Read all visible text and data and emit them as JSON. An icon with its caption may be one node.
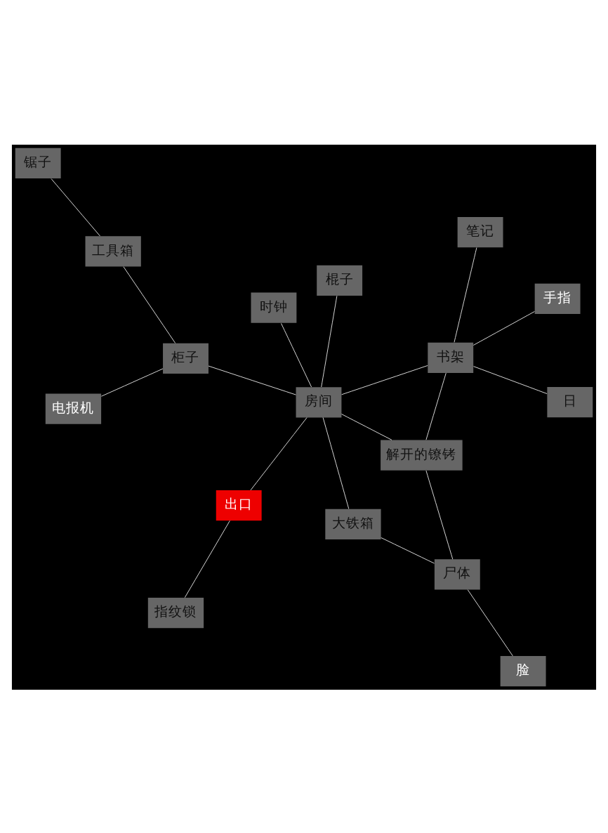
{
  "diagram": {
    "nodes": [
      {
        "text": [
          "指纹锁"
        ]
      },
      {
        "text": [
          "手指"
        ]
      },
      {
        "text": [
          "出口"
        ]
      },
      {
        "text": [
          "笔记"
        ]
      },
      {
        "text": [
          "棍子"
        ]
      },
      {
        "text": [
          "时钟"
        ]
      },
      {
        "text": [
          "书架"
        ]
      },
      {
        "text": [
          "日"
        ]
      },
      {
        "text": [
          "房间"
        ]
      },
      {
        "text": [
          "电报机"
        ]
      },
      {
        "text": [
          "解开的镣铐"
        ]
      },
      {
        "text": [
          "柜子"
        ]
      },
      {
        "text": [
          "大铁箱"
        ]
      },
      {
        "text": [
          "尸体"
        ]
      },
      {
        "text": [
          "工具箱"
        ]
      },
      {
        "text": [
          "锯子"
        ]
      },
      {
        "text": [
          "脸"
        ]
      }
    ],
    "edges": [
      {
        "from": 0,
        "to": 2,
        "arrow": "none"
      },
      {
        "from": 2,
        "to": 8,
        "arrow": "none"
      },
      {
        "from": 4,
        "to": 8,
        "arrow": "none"
      },
      {
        "from": 5,
        "to": 8,
        "arrow": "none"
      },
      {
        "from": 8,
        "to": 6,
        "arrow": "none"
      },
      {
        "from": 8,
        "to": 10,
        "arrow": "none"
      },
      {
        "from": 8,
        "to": 11,
        "arrow": "none"
      },
      {
        "from": 8,
        "to": 12,
        "arrow": "none"
      },
      {
        "from": 1,
        "to": 6,
        "arrow": "none"
      },
      {
        "from": 6,
        "to": 10,
        "arrow": "none"
      },
      {
        "from": 10,
        "to": 13,
        "arrow": "none"
      },
      {
        "from": 3,
        "to": 6,
        "arrow": "none"
      },
      {
        "from": 6,
        "to": 7,
        "arrow": "none"
      },
      {
        "from": 9,
        "to": 11,
        "arrow": "none"
      },
      {
        "from": 11,
        "to": 14,
        "arrow": "none"
      },
      {
        "from": 14,
        "to": 15,
        "arrow": "none"
      },
      {
        "from": 12,
        "to": 13,
        "arrow": "none"
      },
      {
        "from": 13,
        "to": 16,
        "arrow": "none"
      }
    ]
  }
}
